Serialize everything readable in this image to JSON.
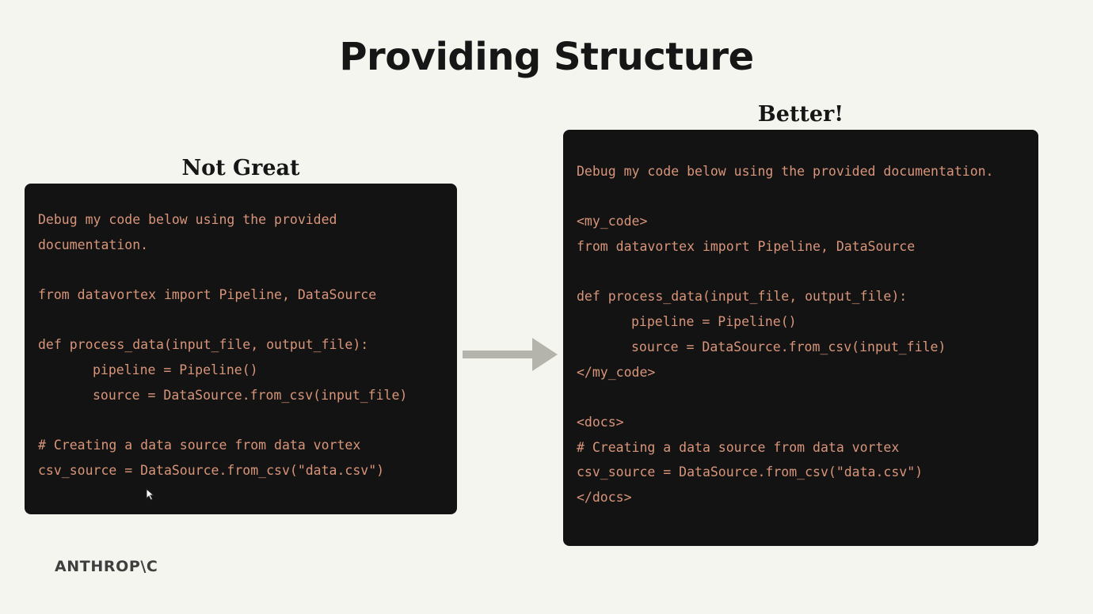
{
  "slide": {
    "title": "Providing Structure"
  },
  "left_panel": {
    "heading": "Not Great",
    "lines": [
      {
        "text": "Debug my code below using the provided",
        "indent": false
      },
      {
        "text": "documentation.",
        "indent": false
      },
      {
        "text": "",
        "indent": false
      },
      {
        "text": "from datavortex import Pipeline, DataSource",
        "indent": false
      },
      {
        "text": "",
        "indent": false
      },
      {
        "text": "def process_data(input_file, output_file):",
        "indent": false
      },
      {
        "text": "pipeline = Pipeline()",
        "indent": true
      },
      {
        "text": "source = DataSource.from_csv(input_file)",
        "indent": true
      },
      {
        "text": "",
        "indent": false
      },
      {
        "text": "# Creating a data source from data vortex",
        "indent": false
      },
      {
        "text": "csv_source = DataSource.from_csv(\"data.csv\")",
        "indent": false
      }
    ]
  },
  "right_panel": {
    "heading": "Better!",
    "lines": [
      {
        "text": "Debug my code below using the provided documentation.",
        "indent": false
      },
      {
        "text": "",
        "indent": false
      },
      {
        "text": "<my_code>",
        "indent": false
      },
      {
        "text": "from datavortex import Pipeline, DataSource",
        "indent": false
      },
      {
        "text": "",
        "indent": false
      },
      {
        "text": "def process_data(input_file, output_file):",
        "indent": false
      },
      {
        "text": "pipeline = Pipeline()",
        "indent": true
      },
      {
        "text": "source = DataSource.from_csv(input_file)",
        "indent": true
      },
      {
        "text": "</my_code>",
        "indent": false
      },
      {
        "text": "",
        "indent": false
      },
      {
        "text": "<docs>",
        "indent": false
      },
      {
        "text": "# Creating a data source from data vortex",
        "indent": false
      },
      {
        "text": "csv_source = DataSource.from_csv(\"data.csv\")",
        "indent": false
      },
      {
        "text": "</docs>",
        "indent": false
      }
    ]
  },
  "branding": {
    "logo_text": "ANTHROP\\C"
  },
  "icons": {
    "arrow": "right-arrow-icon",
    "cursor": "mouse-pointer-icon"
  },
  "colors": {
    "background": "#f5f5f0",
    "panel": "#131313",
    "code_text": "#d9957a",
    "arrow": "#b4b4ac",
    "heading": "#161616",
    "logo": "#3f3f3f"
  }
}
